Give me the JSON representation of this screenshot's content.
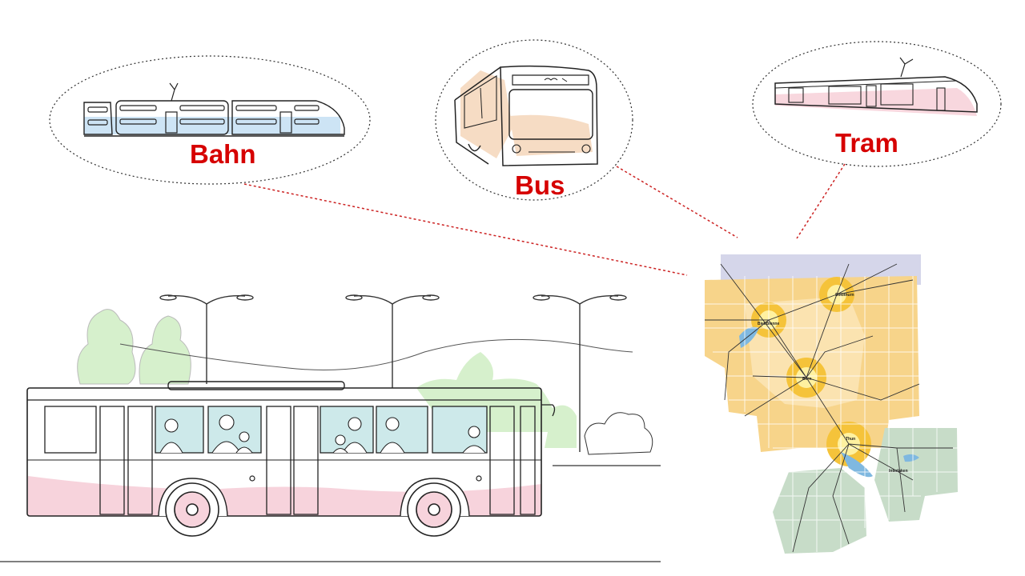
{
  "callouts": {
    "bahn": {
      "label": "Bahn",
      "icon": "train-icon"
    },
    "bus": {
      "label": "Bus",
      "icon": "bus-icon"
    },
    "tram": {
      "label": "Tram",
      "icon": "tram-icon"
    }
  },
  "map": {
    "towns": [
      "Solothurn",
      "Biel/Bienne",
      "Bern",
      "Thun",
      "Interlaken"
    ]
  },
  "colors": {
    "label_red": "#d60000",
    "connector_red": "#cc2222",
    "train_blue": "#cde4f5",
    "bus_peach": "#f6dcc4",
    "tram_pink": "#f8d7de",
    "bus_pink": "#f7d3dc",
    "window_teal": "#cde9ea",
    "tree_green": "#d6f0cc",
    "zone_yellow": "#f5c33a",
    "zone_orange": "#f7d48a",
    "zone_green": "#c7dcc8",
    "zone_lavender": "#d5d6ea",
    "lake_blue": "#7fb8e0"
  }
}
